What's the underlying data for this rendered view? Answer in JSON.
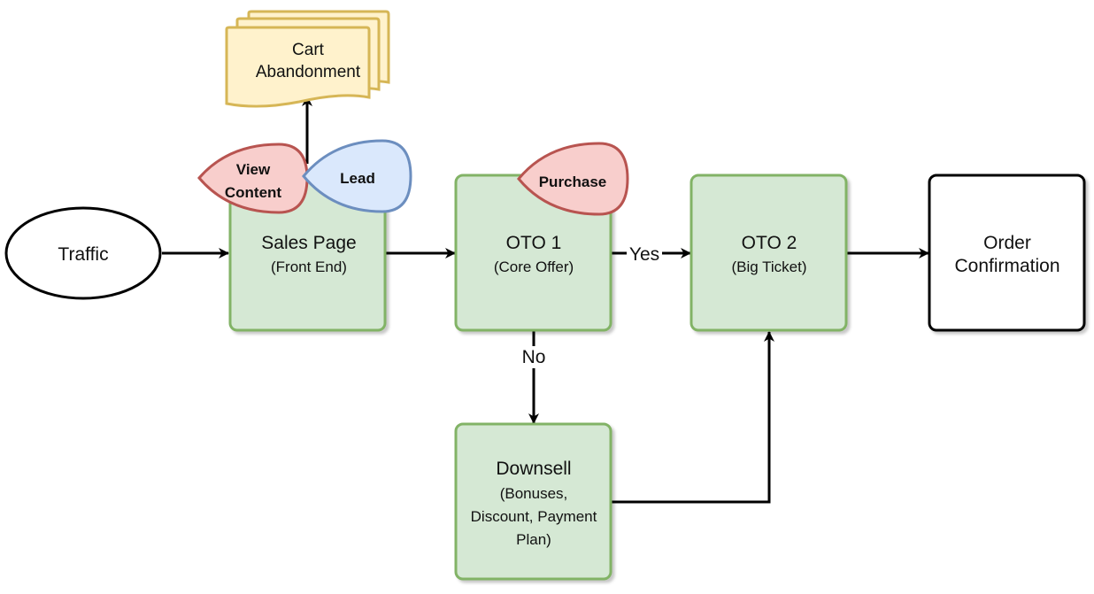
{
  "nodes": {
    "traffic": {
      "label": "Traffic"
    },
    "sales_page": {
      "title": "Sales Page",
      "subtitle": "(Front End)"
    },
    "oto1": {
      "title": "OTO 1",
      "subtitle": "(Core Offer)"
    },
    "oto2": {
      "title": "OTO 2",
      "subtitle": "(Big Ticket)"
    },
    "order_confirmation": {
      "line1": "Order",
      "line2": "Confirmation"
    },
    "downsell": {
      "title": "Downsell",
      "line1": "(Bonuses,",
      "line2": "Discount, Payment",
      "line3": "Plan)"
    },
    "cart_abandonment": {
      "line1": "Cart",
      "line2": "Abandonment"
    }
  },
  "tags": {
    "view_content": {
      "line1": "View",
      "line2": "Content"
    },
    "lead": {
      "label": "Lead"
    },
    "purchase": {
      "label": "Purchase"
    }
  },
  "edges": {
    "yes_label": "Yes",
    "no_label": "No"
  },
  "colors": {
    "process_fill": "#d5e8d4",
    "process_stroke": "#82b366",
    "event_red_fill": "#f8cecc",
    "event_red_stroke": "#b85450",
    "event_blue_fill": "#dae8fc",
    "event_blue_stroke": "#6c8ebf",
    "doc_fill": "#fff2cc",
    "doc_stroke": "#d6b656"
  }
}
